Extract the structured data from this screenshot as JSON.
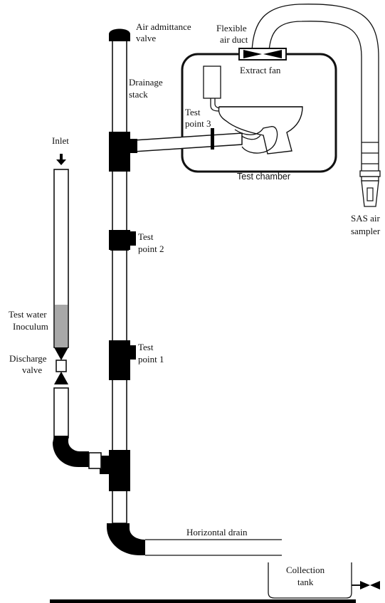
{
  "labels": {
    "air_admittance_valve": [
      "Air admittance",
      "valve"
    ],
    "flexible_air_duct": [
      "Flexible",
      "air duct"
    ],
    "extract_fan": "Extract fan",
    "drainage_stack": [
      "Drainage",
      "stack"
    ],
    "test_point_3": [
      "Test",
      "point 3"
    ],
    "test_chamber": "Test chamber",
    "inlet": "Inlet",
    "sas_air_sampler": [
      "SAS air",
      "sampler"
    ],
    "test_point_2": [
      "Test",
      "point 2"
    ],
    "test_water": [
      "Test water",
      "Inoculum"
    ],
    "discharge_valve": [
      "Discharge",
      "valve"
    ],
    "test_point_1": [
      "Test",
      "point 1"
    ],
    "horizontal_drain": "Horizontal drain",
    "collection_tank": [
      "Collection",
      "tank"
    ]
  },
  "colors": {
    "line": "#111111",
    "fitting": "#000000",
    "inoculum_fill": "#a8a8a8",
    "background": "#ffffff"
  }
}
